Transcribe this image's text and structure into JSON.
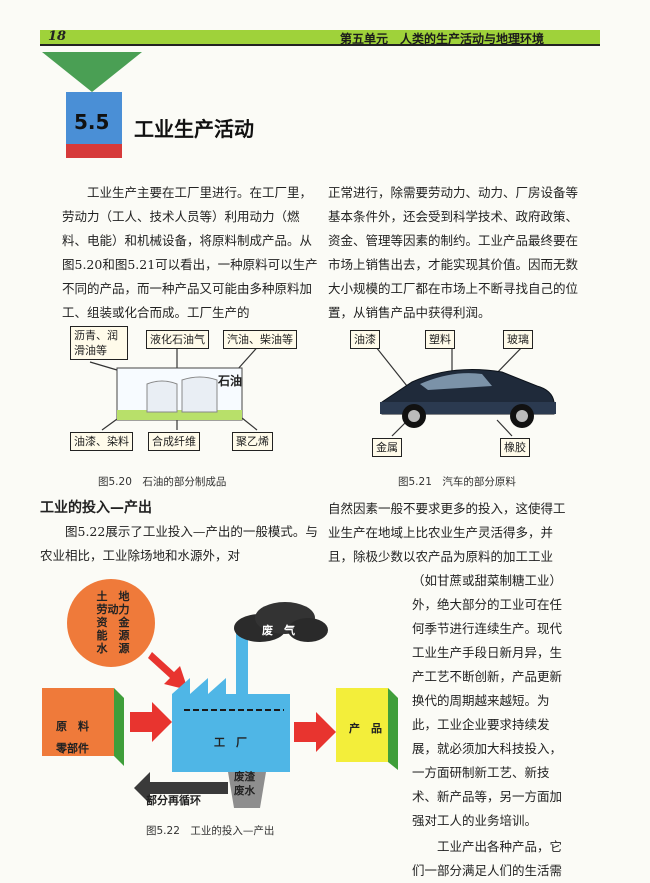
{
  "header": {
    "page_number": "18",
    "running_title": "第五单元　人类的生产活动与地理环境"
  },
  "section": {
    "number": "5.5",
    "title": "工业生产活动"
  },
  "intro": {
    "left_column": "工业生产主要在工厂里进行。在工厂里，劳动力（工人、技术人员等）利用动力（燃料、电能）和机械设备，将原料制成产品。从图5.20和图5.21可以看出，一种原料可以生产不同的产品，而一种产品又可能由多种原料加工、组装或化合而成。工厂生产的",
    "right_column": "正常进行，除需要劳动力、动力、厂房设备等基本条件外，还会受到科学技术、政府政策、资金、管理等因素的制约。工业产品最终要在市场上销售出去，才能实现其价值。因而无数大小规模的工厂都在市场上不断寻找自己的位置，从销售产品中获得利润。"
  },
  "figure_5_20": {
    "boxes_top": [
      "沥青、润滑油等",
      "液化石油气",
      "汽油、柴油等"
    ],
    "center_label": "石油",
    "boxes_bottom": [
      "油漆、染料",
      "合成纤维",
      "聚乙烯"
    ],
    "caption": "图5.20　石油的部分制成品"
  },
  "figure_5_21": {
    "labels": [
      "油漆",
      "塑料",
      "玻璃",
      "金属",
      "橡胶"
    ],
    "caption": "图5.21　汽车的部分原料"
  },
  "subsection": {
    "title": "工业的投入—产出"
  },
  "body2": {
    "left_para": "图5.22展示了工业投入—产出的一般模式。与农业相比，工业除场地和水源外，对",
    "right_lines": [
      "自然因素一般不要求更多的投入，这使得工",
      "业生产在地域上比农业生产灵活得多，并",
      "且，除极少数以农产品为原料的加工工业"
    ],
    "right_wrap_lines": [
      "（如甘蔗或甜菜制糖工业）",
      "外，绝大部分的工业可在任",
      "何季节进行连续生产。现代",
      "工业生产手段日新月异，生",
      "产工艺不断创新，产品更新",
      "换代的周期越来越短。为",
      "此，工业企业要求持续发",
      "展，就必须加大科技投入，",
      "一方面研制新工艺、新技",
      "术、新产品等，另一方面加",
      "强对工人的业务培训。"
    ],
    "last_para_lines": [
      "工业产出各种产品，它",
      "们一部分满足人们的生活需"
    ]
  },
  "figure_5_22": {
    "inputs_circle": [
      "土　地",
      "劳动力",
      "资　金",
      "能　源",
      "水　源"
    ],
    "raw_material": [
      "原　料",
      "零部件"
    ],
    "factory": "工　厂",
    "waste_gas": "废　气",
    "waste_water": [
      "废渣",
      "废水"
    ],
    "recycle": "部分再循环",
    "product": "产　品",
    "caption": "图5.22　工业的投入—产出"
  },
  "colors": {
    "header_bar": "#9fd23a",
    "triangle": "#4a9f54",
    "number_block": "#4a8fd6",
    "number_block_accent": "#d63a3a",
    "input_orange": "#ef7a3a",
    "factory_blue": "#4fb6e6",
    "product_yellow": "#f3ee3a"
  }
}
